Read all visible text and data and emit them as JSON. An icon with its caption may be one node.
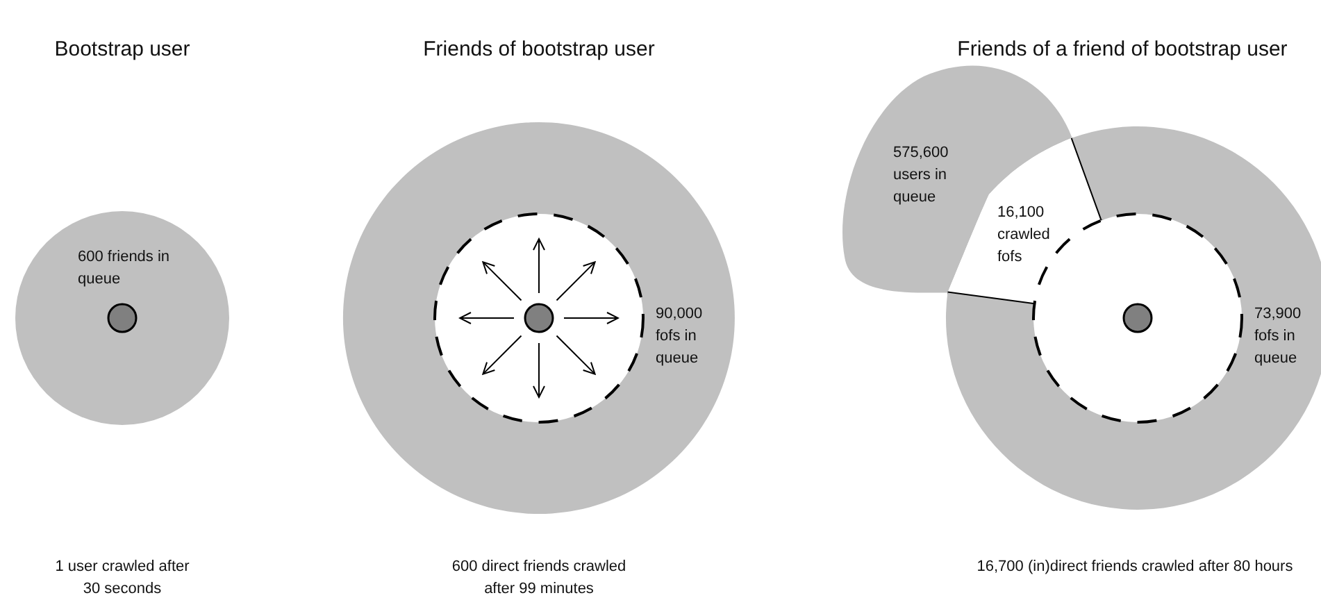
{
  "diagram": {
    "nodes": [
      {
        "text": [
          "600 friends in queue"
        ]
      },
      {
        "text": [],
        "shape": "circle",
        "in": 0
      },
      {
        "text": [
          "90,000 fofs in queue"
        ]
      },
      {
        "text": [],
        "shape": "circle",
        "in": 2
      },
      {
        "text": [
          "575,600 users in queue"
        ]
      },
      {
        "text": [
          "16,100 crawled fofs"
        ]
      },
      {
        "text": [
          "73,900 fofs in queue"
        ]
      },
      {
        "text": [],
        "shape": "circle",
        "in": 6
      }
    ],
    "labels": [
      "Bootstrap user",
      "Friends of bootstrap user",
      "Friends of a friend of bootstrap user",
      "1 user crawled after 30 seconds",
      "600 direct friends crawled after 99 minutes",
      "16,700 (in)direct friends crawled after 80 hours"
    ]
  }
}
